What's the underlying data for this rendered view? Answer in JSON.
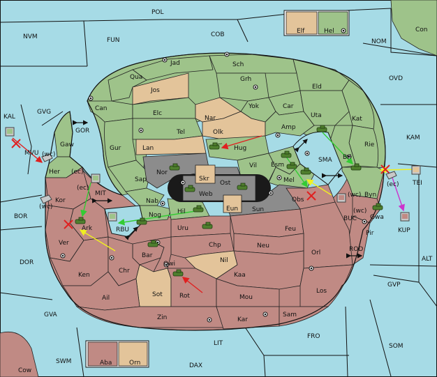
{
  "colors": {
    "sea": "#a6dbe6",
    "green_power": "#9ec38a",
    "red_power": "#c08a84",
    "tan_power": "#e3c49a",
    "neutral_center": "#8c8c8c",
    "arrow_red": "#e02020",
    "arrow_green": "#33cc33",
    "arrow_yellow": "#f0f020",
    "arrow_magenta": "#cc33cc"
  },
  "sea_labels": {
    "POL": "POL",
    "NVM": "NVM",
    "FUN": "FUN",
    "COB": "COB",
    "NOM": "NOM",
    "Con": "Con",
    "OVD": "OVD",
    "KAL": "KAL",
    "GVG": "GVG",
    "GOR": "GOR",
    "MVU": "MVU",
    "KAM": "KAM",
    "SMA": "SMA",
    "TEI": "TEI",
    "MIT": "MIT",
    "BOR": "BOR",
    "RBU": "RBU",
    "BUC": "BUC",
    "KUP": "KUP",
    "DOR": "DOR",
    "ROD": "ROD",
    "ALT": "ALT",
    "GVP": "GVP",
    "GVA": "GVA",
    "FRO": "FRO",
    "SOM": "SOM",
    "LIT": "LIT",
    "SWM": "SWM",
    "DAX": "DAX",
    "Cow": "Cow"
  },
  "land_labels": {
    "Jad": "Jad",
    "Sch": "Sch",
    "Qua": "Qua",
    "Jos": "Jos",
    "Grh": "Grh",
    "Can": "Can",
    "Eld": "Eld",
    "Yok": "Yok",
    "Car": "Car",
    "Elc": "Elc",
    "Nar": "Nar",
    "Uta": "Uta",
    "Kat": "Kat",
    "Tel": "Tel",
    "Olk": "Olk",
    "Amp": "Amp",
    "Gaw": "Gaw",
    "Gur": "Gur",
    "Lan": "Lan",
    "Hug": "Hug",
    "Rie": "Rie",
    "Vil": "Vil",
    "Esm": "Esm",
    "Bri": "Bri",
    "Her": "Her",
    "Nor": "Nor",
    "Skr": "Skr",
    "Ost": "Ost",
    "Web": "Web",
    "Sap": "Sap",
    "Mel": "Mel",
    "Byn": "Byn",
    "Kor": "Kor",
    "Nab": "Nab",
    "Eun": "Eun",
    "Obs": "Obs",
    "Sun": "Sun",
    "Gwa": "Gwa",
    "Hil": "Hil",
    "Nog": "Nog",
    "Ark": "Ark",
    "Uru": "Uru",
    "Feu": "Feu",
    "Pir": "Pir",
    "Ver": "Ver",
    "Chp": "Chp",
    "Neu": "Neu",
    "Bar": "Bar",
    "Qwi": "Qwi",
    "Orl": "Orl",
    "Nil": "Nil",
    "Ken": "Ken",
    "Chr": "Chr",
    "Kaa": "Kaa",
    "Sot": "Sot",
    "Ail": "Ail",
    "Rot": "Rot",
    "Mou": "Mou",
    "Los": "Los",
    "Zin": "Zin",
    "Kar": "Kar",
    "Sam": "Sam",
    "Elf": "Elf",
    "Hel": "Hel",
    "Aba": "Aba",
    "Orn": "Orn"
  },
  "coast_tags": {
    "wc_mvu": "(wc)",
    "ec_her": "(ec)",
    "ec_mit": "(ec)",
    "wc_bor": "(wc)",
    "wc_byn": "(wc)",
    "wc_buc": "(wc)",
    "ec_tei": "(ec)"
  }
}
